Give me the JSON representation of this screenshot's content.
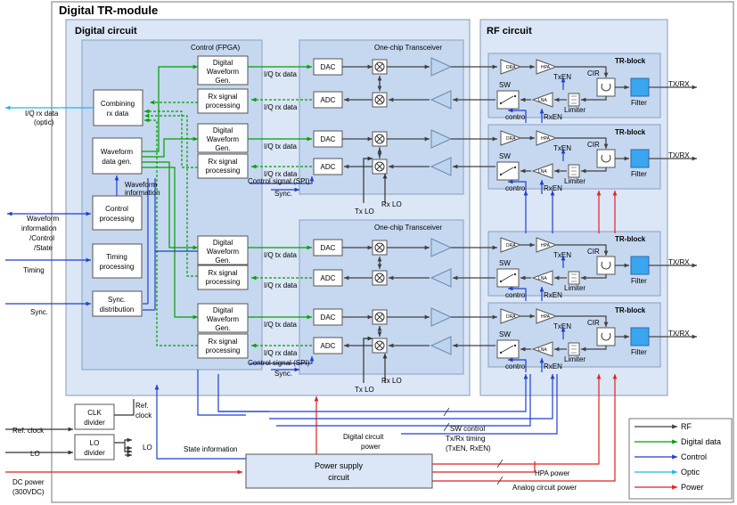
{
  "module_title": "Digital TR-module",
  "digital_circuit_title": "Digital circuit",
  "rf_circuit_title": "RF circuit",
  "fpga_title": "Control (FPGA)",
  "transceiver_title": "One-chip Transceiver",
  "blocks": {
    "combining_rx": [
      "Combining",
      "rx data"
    ],
    "waveform_gen": [
      "Waveform",
      "data gen."
    ],
    "control_proc": [
      "Control",
      "processing"
    ],
    "timing_proc": [
      "Timing",
      "processing"
    ],
    "sync_dist": [
      "Sync.",
      "distribution"
    ],
    "dwg": [
      "Digital",
      "Waveform",
      "Gen."
    ],
    "rxsp": [
      "Rx signal",
      "processing"
    ],
    "dac": "DAC",
    "adc": "ADC",
    "clk_divider": [
      "CLK",
      "divider"
    ],
    "lo_divider": [
      "LO",
      "divider"
    ],
    "power_supply": [
      "Power supply",
      "circuit"
    ]
  },
  "tr": {
    "title": "TR-block",
    "dra": "DRA",
    "hpa": "HPA",
    "lna": "LNA",
    "sw": "SW",
    "cir": "CIR",
    "filter": "Filter",
    "limiter": "Limiter",
    "control": "control",
    "txen": "TxEN",
    "rxen": "RxEN",
    "txrx": "TX/RX"
  },
  "labels": {
    "iq_tx": "I/Q tx data",
    "iq_rx": "I/Q rx data",
    "control_spi": "Control signal (SPI)",
    "sync": "Sync.",
    "tx_lo": "Tx LO",
    "rx_lo": "Rx LO",
    "waveform_info": [
      "Waveform",
      "information"
    ],
    "ref_clock_inner": [
      "Ref.",
      "clock"
    ],
    "lo": "LO",
    "state_info": "State information",
    "digital_power": [
      "Digital circuit",
      "power"
    ],
    "sw_control": "SW control",
    "txrx_timing": [
      "Tx/Rx timing",
      "(TxEN, RxEN)"
    ],
    "hpa_power": "HPA power",
    "analog_power": "Analog circuit power"
  },
  "external": {
    "iq_rx_optic": [
      "I/Q rx data",
      "(optic)"
    ],
    "waveform_state": [
      "Waveform",
      "information",
      "/Control",
      "/State"
    ],
    "timing": "Timing",
    "sync": "Sync.",
    "ref_clock": "Ref. clock",
    "lo": "LO",
    "dc_power": [
      "DC power",
      "(300VDC)"
    ]
  },
  "legend": [
    {
      "label": "RF",
      "color": "#404040"
    },
    {
      "label": "Digital data",
      "color": "#00a000"
    },
    {
      "label": "Control",
      "color": "#1f3fd0"
    },
    {
      "label": "Optic",
      "color": "#20b8e0"
    },
    {
      "label": "Power",
      "color": "#e02020"
    }
  ],
  "colors": {
    "rf": "#404040",
    "digital": "#00a000",
    "control": "#1f3fd0",
    "optic": "#20b8e0",
    "power": "#e02020",
    "panel": "#dbe6f6",
    "fpga": "#c6d8f0",
    "filter": "#3aa6f0"
  }
}
